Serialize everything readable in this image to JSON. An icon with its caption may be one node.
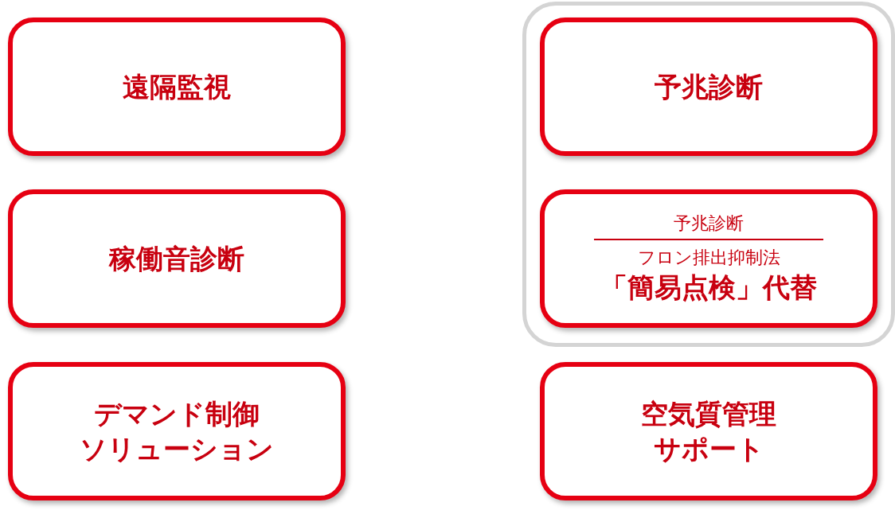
{
  "diagram": {
    "nodes": [
      {
        "text": [
          "遠隔監視"
        ]
      },
      {
        "text": [],
        "shape": "box"
      },
      {
        "text": [
          "予兆診断"
        ],
        "in": 1
      },
      {
        "text": [
          "稼働音診断"
        ]
      },
      {
        "text": [
          "予兆診断",
          "フロン排出抑制法",
          "「簡易点検」代替"
        ],
        "in": 1
      },
      {
        "text": [
          "デマンド制御ソリューション"
        ]
      },
      {
        "text": [
          "空気質管理サポート"
        ]
      }
    ]
  }
}
